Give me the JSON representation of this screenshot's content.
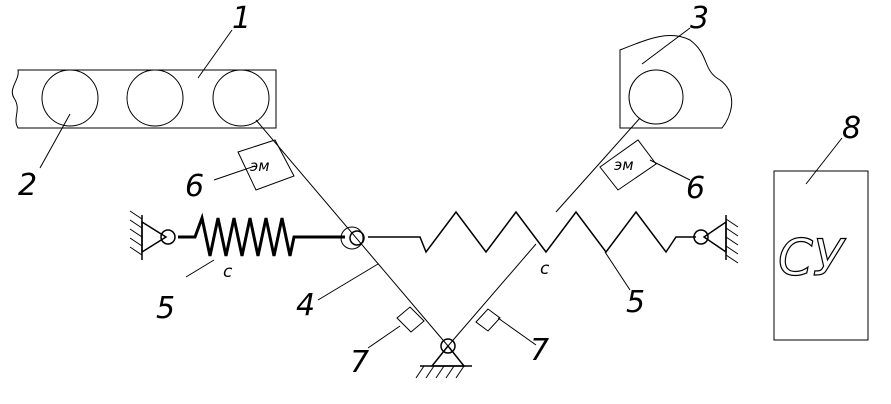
{
  "labels": {
    "n1": "1",
    "n2": "2",
    "n3": "3",
    "n4": "4",
    "n5_left": "5",
    "n5_right": "5",
    "n6_left": "6",
    "n6_right": "6",
    "n7_left": "7",
    "n7_right": "7",
    "n8": "8"
  },
  "spring_left_label": "c",
  "spring_right_label": "c",
  "em_left": "эм",
  "em_right": "эм",
  "control_unit": "СУ",
  "colors": {
    "ink": "#000000",
    "background": "#ffffff"
  }
}
